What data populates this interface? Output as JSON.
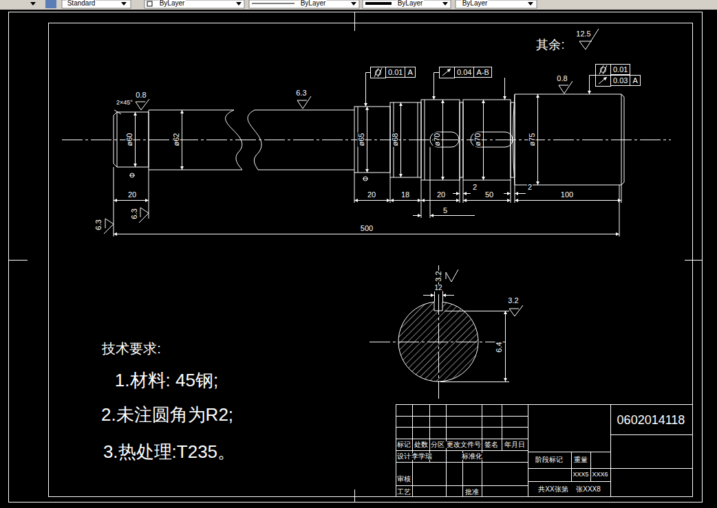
{
  "diagram": {
    "nodes": [
      {
        "text": [
          "0.01",
          "A"
        ]
      },
      {
        "text": [
          "0.04",
          "A-B"
        ]
      },
      {
        "text": [
          "0.01"
        ]
      },
      {
        "text": [
          "0.03",
          "A"
        ]
      }
    ],
    "labels": [
      "Standard",
      "ByLayer",
      "ByLayer",
      "ByLayer",
      "ByLayer",
      "其余:",
      "12.5",
      "2×45°",
      "0.8",
      "6.3",
      "0.8",
      "ø60",
      "ø62",
      "ø65",
      "ø68",
      "ø70",
      "ø70",
      "ø75",
      "20",
      "6.3",
      "6.3",
      "20",
      "18",
      "20",
      "2",
      "50",
      "2",
      "100",
      "5",
      "500",
      "3.2",
      "12",
      "3.2",
      "6.4",
      "技术要求:",
      "1.材料: 45钢;",
      "2.未注圆角为R2;",
      "3.热处理:T235。",
      "0602014118",
      "标记",
      "处数",
      "分区",
      "更改文件号",
      "签名",
      "年月日",
      "设计",
      "李学瑞",
      "标准化",
      "审核",
      "工艺",
      "批准",
      "阶段标记",
      "重量",
      "XXX5",
      "XXX6",
      "共XX张第",
      "张XXX8"
    ]
  }
}
